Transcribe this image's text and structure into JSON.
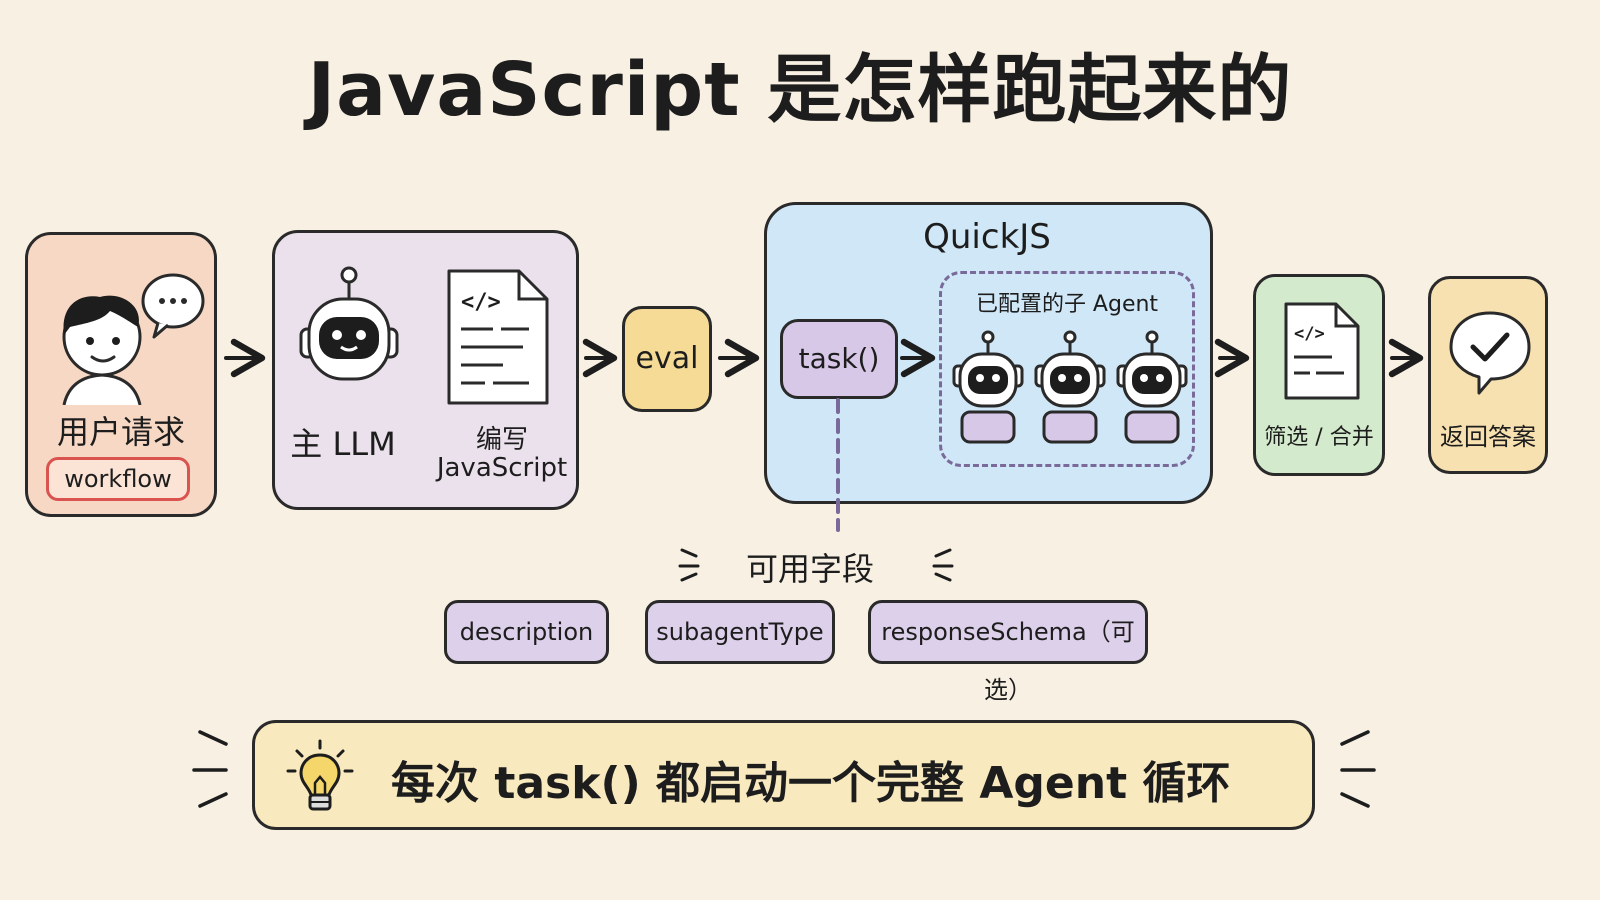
{
  "title": "JavaScript 是怎样跑起来的",
  "user": {
    "label": "用户请求",
    "tag": "workflow"
  },
  "llm": {
    "label": "主 LLM",
    "write_line1": "编写",
    "write_line2": "JavaScript"
  },
  "eval_label": "eval",
  "quickjs": {
    "title": "QuickJS",
    "task_label": "task()",
    "subagents_label": "已配置的子 Agent"
  },
  "filter_label": "筛选 / 合并",
  "answer_label": "返回答案",
  "fields": {
    "title": "可用字段",
    "items": [
      "description",
      "subagentType",
      "responseSchema（可选）"
    ]
  },
  "banner": "每次 task() 都启动一个完整 Agent 循环",
  "colors": {
    "background": "#f8f1e3",
    "user_box": "#f7d8c4",
    "llm_box": "#ebe1ec",
    "eval_box": "#f5db95",
    "quickjs_box": "#cfe7f6",
    "task_box": "#d8c8e8",
    "filter_box": "#d3eacc",
    "answer_box": "#f8e1b0",
    "banner_box": "#f8e9bf",
    "chip": "#ddd0ea",
    "tag_border": "#d9534f"
  }
}
